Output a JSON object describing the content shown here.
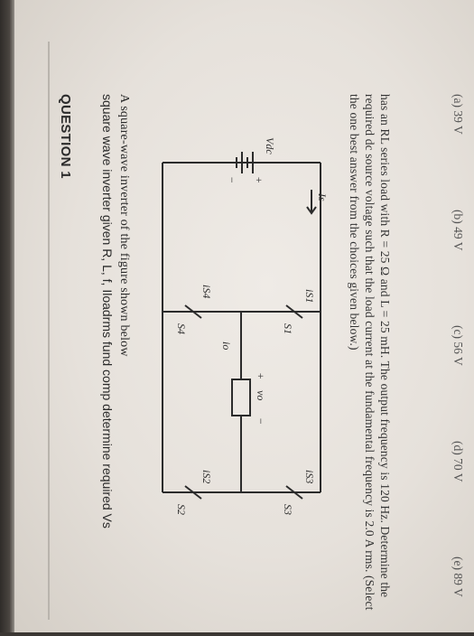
{
  "question": {
    "title": "QUESTION 1",
    "prompt": "square wave inverter given R, L, f, Iloadrms fund comp determine required Vs",
    "subtitle": "A square-wave inverter of the figure shown below",
    "body": "has an RL series load with R = 25 Ω and L = 25 mH. The output frequency is 120 Hz. Determine the required dc source voltage such that the load current at the fundamental frequency is 2.0 A rms. (Select the one best answer from the choices given below.)"
  },
  "circuit": {
    "source_label": "Vdc",
    "source_plus": "+",
    "source_minus": "−",
    "input_current": "Is",
    "switches": [
      "S1",
      "S2",
      "S3",
      "S4"
    ],
    "switch_currents": [
      "iS1",
      "iS2",
      "iS3",
      "iS4"
    ],
    "output_voltage": "vo",
    "output_current": "io",
    "plus": "+",
    "minus": "−"
  },
  "choices": [
    {
      "label": "(a)  39 V"
    },
    {
      "label": "(b)  49 V"
    },
    {
      "label": "(c)  56 V"
    },
    {
      "label": "(d)  70 V"
    },
    {
      "label": "(e)  89 V"
    }
  ]
}
